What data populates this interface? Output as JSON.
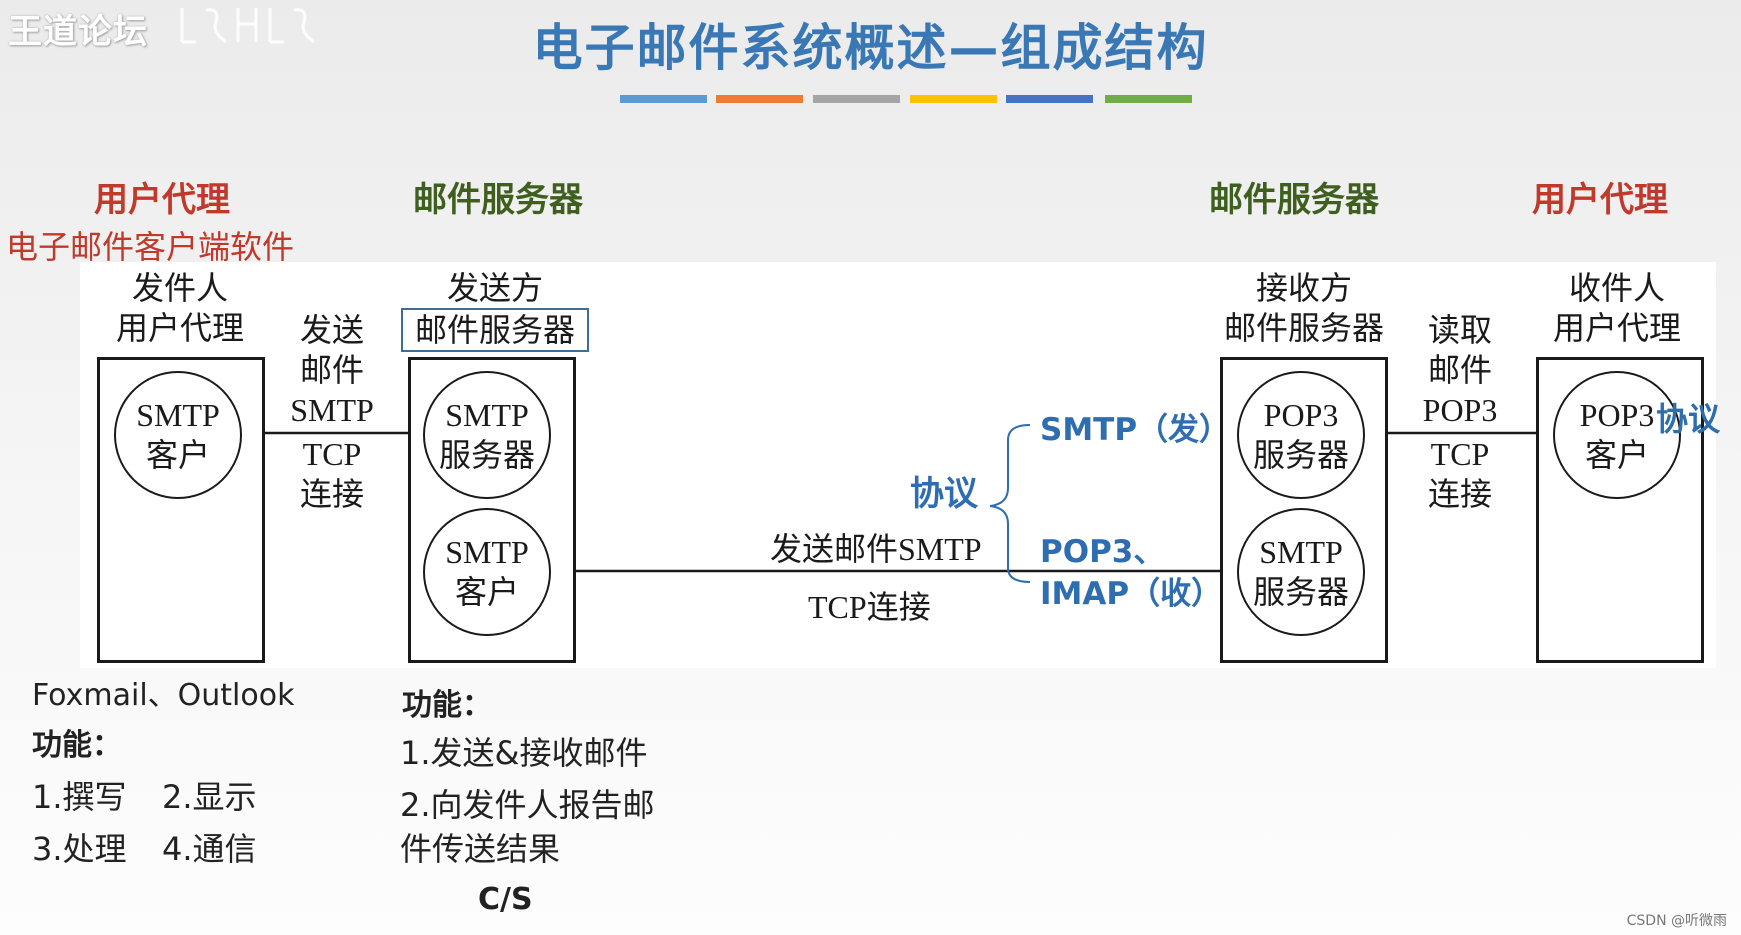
{
  "watermark": "王道论坛",
  "title": "电子邮件系统概述—组成结构",
  "title_bar_colors": [
    "#5b9bd5",
    "#ed7d31",
    "#a5a5a5",
    "#ffc000",
    "#4472c4",
    "#70ad47"
  ],
  "headings": {
    "user_agent_left": "用户代理",
    "user_agent_left_sub": "电子邮件客户端软件",
    "mail_server_left": "邮件服务器",
    "mail_server_right": "邮件服务器",
    "user_agent_right": "用户代理"
  },
  "sender": {
    "label_line1": "发件人",
    "label_line2": "用户代理",
    "circle_line1": "SMTP",
    "circle_line2": "客户"
  },
  "link_send": {
    "line1": "发送",
    "line2": "邮件",
    "line3": "SMTP",
    "line4": "TCP",
    "line5": "连接"
  },
  "send_server": {
    "label_line1": "发送方",
    "label_line2": "邮件服务器",
    "circle_top_line1": "SMTP",
    "circle_top_line2": "服务器",
    "circle_bottom_line1": "SMTP",
    "circle_bottom_line2": "客户"
  },
  "middle_link": {
    "upper": "发送邮件SMTP",
    "lower": "TCP连接"
  },
  "protocols": {
    "label": "协议",
    "smtp": "SMTP（发）",
    "pop3": "POP3、",
    "imap": "IMAP（收）"
  },
  "recv_server": {
    "label_line1": "接收方",
    "label_line2": "邮件服务器",
    "circle_top_line1": "POP3",
    "circle_top_line2": "服务器",
    "circle_bottom_line1": "SMTP",
    "circle_bottom_line2": "服务器"
  },
  "link_read": {
    "line1": "读取",
    "line2": "邮件",
    "line3": "POP3",
    "line4": "TCP",
    "line5": "连接"
  },
  "receiver": {
    "label_line1": "收件人",
    "label_line2": "用户代理",
    "circle_line1": "POP3",
    "circle_line2": "客户",
    "protocol_note": "协议"
  },
  "notes_left": {
    "clients": "Foxmail、Outlook",
    "func_title": "功能：",
    "func_1": "1.撰写",
    "func_2": "2.显示",
    "func_3": "3.处理",
    "func_4": "4.通信"
  },
  "notes_middle": {
    "func_title": "功能：",
    "func_1": "1.发送&接收邮件",
    "func_2a": "2.向发件人报告邮",
    "func_2b": "件传送结果",
    "model": "C/S"
  },
  "credit": "CSDN @听微雨"
}
